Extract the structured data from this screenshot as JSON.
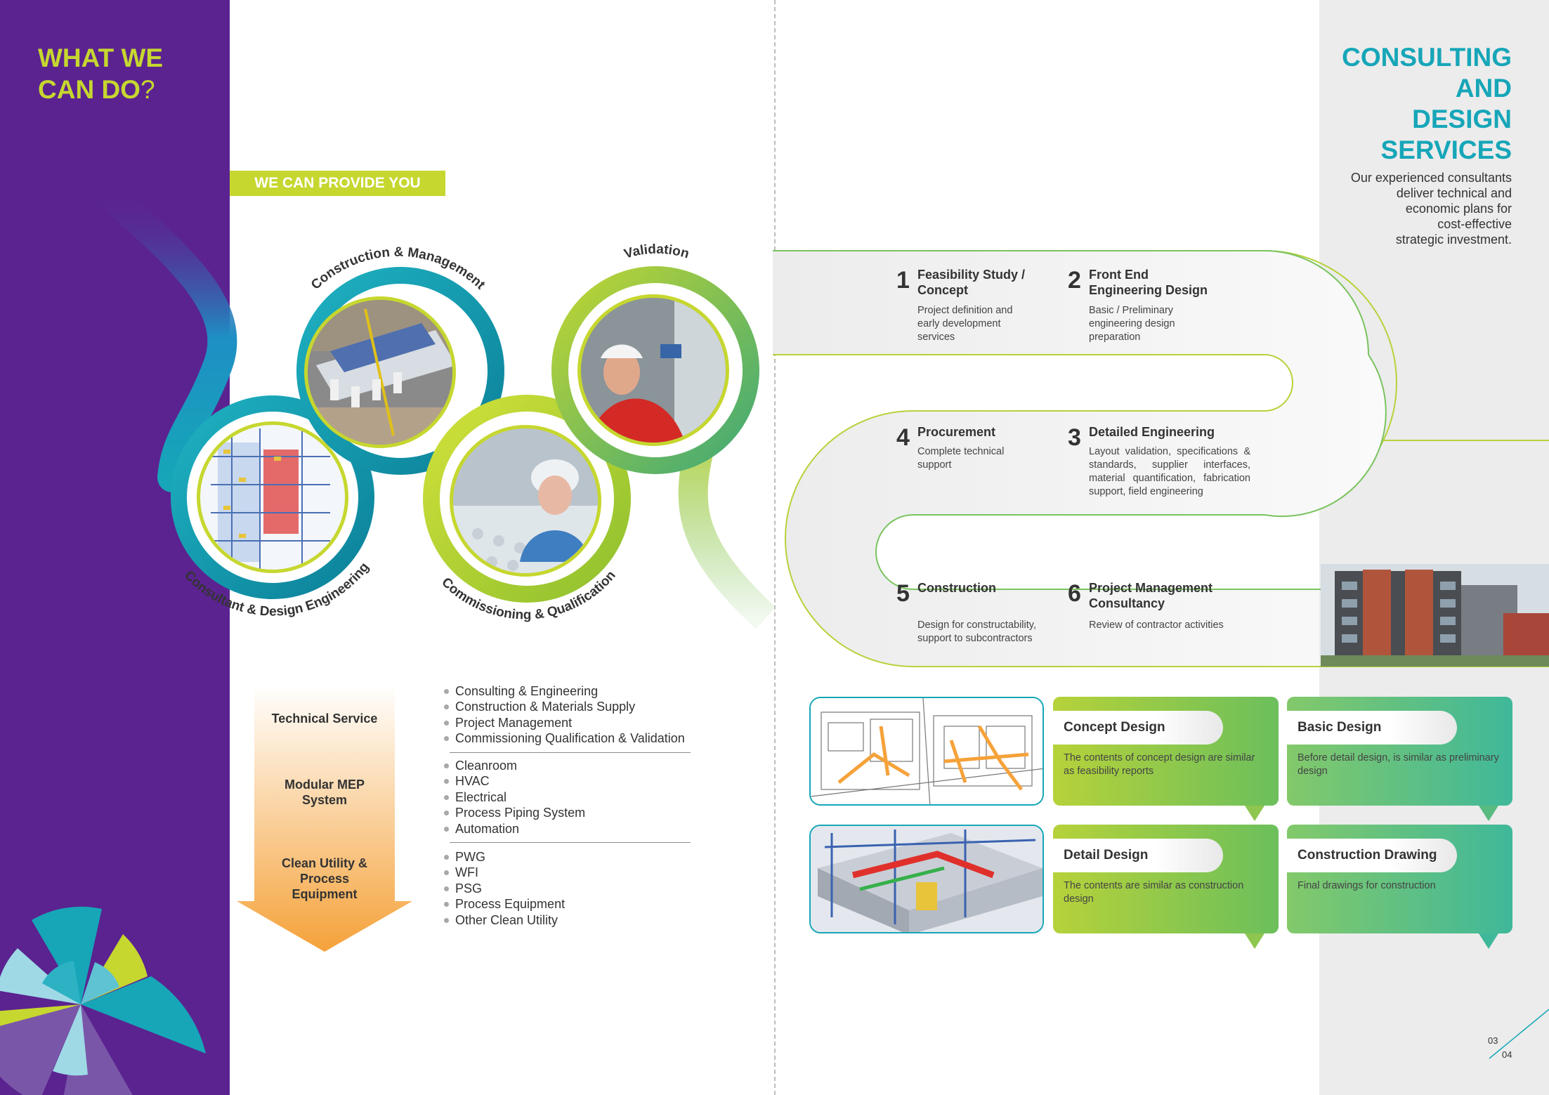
{
  "left_page": {
    "title_line1": "WHAT WE",
    "title_line2": "CAN DO",
    "title_mark": "?",
    "provide_label": "WE CAN PROVIDE YOU",
    "circle_labels": {
      "construction": "Construction & Management",
      "validation": "Validation",
      "consultant": "Consultant & Design Engineering",
      "commissioning": "Commissioning & Qualification"
    },
    "arrow_labels": [
      "Technical Service",
      "Modular MEP System",
      "Clean Utility & Process Equipment"
    ],
    "service_groups": [
      [
        "Consulting & Engineering",
        "Construction & Materials Supply",
        "Project Management",
        "Commissioning Qualification & Validation"
      ],
      [
        "Cleanroom",
        "HVAC",
        "Electrical",
        "Process Piping System",
        "Automation"
      ],
      [
        "PWG",
        "WFI",
        "PSG",
        "Process Equipment",
        "Other Clean Utility"
      ]
    ]
  },
  "right_page": {
    "title_lines": [
      "CONSULTING",
      "AND",
      "DESIGN",
      "SERVICES"
    ],
    "description_lines": [
      "Our experienced consultants",
      "deliver technical and",
      "economic plans for",
      "cost-effective",
      "strategic investment."
    ],
    "steps": [
      {
        "num": "1",
        "title": "Feasibility Study / Concept",
        "desc": "Project definition and early development services"
      },
      {
        "num": "2",
        "title": "Front End Engineering Design",
        "desc": "Basic / Preliminary engineering design preparation"
      },
      {
        "num": "3",
        "title": "Detailed Engineering",
        "desc": "Layout validation, specifications & standards, supplier interfaces, material quantification, fabrication support, field engineering"
      },
      {
        "num": "4",
        "title": "Procurement",
        "desc": "Complete technical support"
      },
      {
        "num": "5",
        "title": "Construction",
        "desc": "Design for constructability, support to subcontractors"
      },
      {
        "num": "6",
        "title": "Project Management Consultancy",
        "desc": "Review of contractor activities"
      }
    ],
    "design_cards": [
      {
        "title": "Concept Design",
        "desc": "The contents of concept design are similar as feasibility reports"
      },
      {
        "title": "Basic Design",
        "desc": "Before detail design, is similar as preliminary design"
      },
      {
        "title": "Detail Design",
        "desc": "The contents are similar as construction design"
      },
      {
        "title": "Construction Drawing",
        "desc": "Final drawings for construction"
      }
    ],
    "page_numbers": [
      "03",
      "04"
    ]
  },
  "colors": {
    "purple": "#5b2390",
    "lime": "#c6d72f",
    "teal": "#16a6b8",
    "green": "#7ac35f",
    "orange": "#f5a23a"
  }
}
